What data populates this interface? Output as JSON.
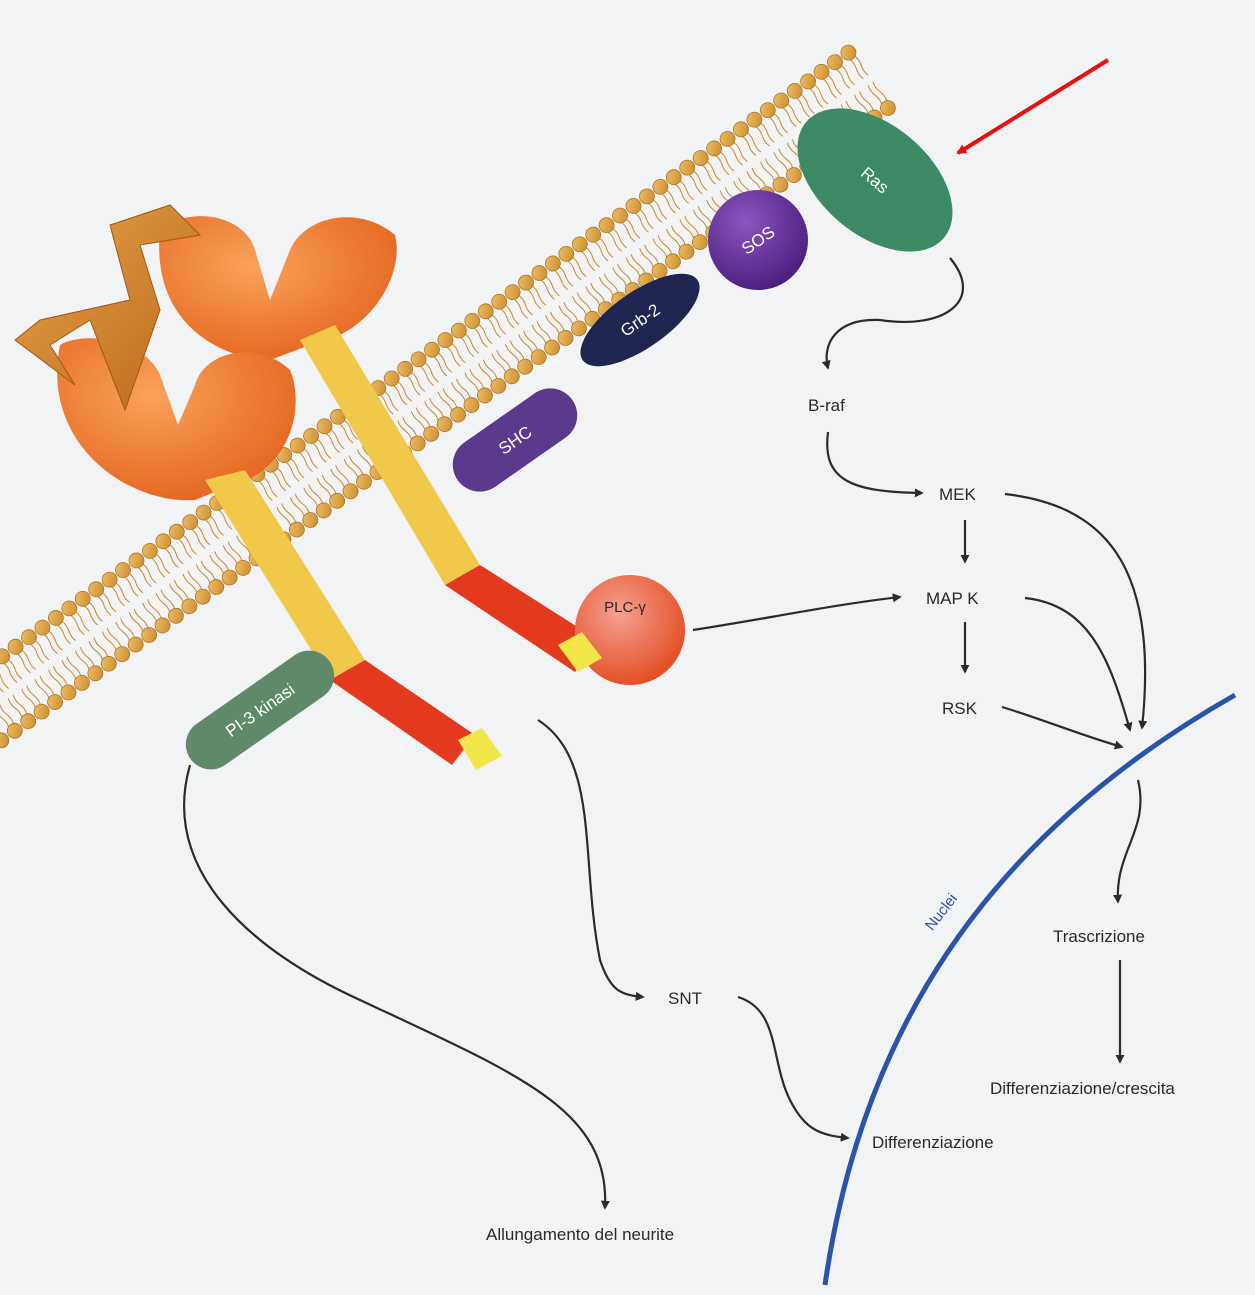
{
  "colors": {
    "background": "#f2f3f5",
    "lipid_head": "#d9a04a",
    "receptor": "#ef7a2e",
    "receptor_stalk": "#f2c84a",
    "receptor_kinase": "#e2391f",
    "ngf_ligand": "#d5892a",
    "ras": "#3f8a66",
    "sos": "#5a2a8c",
    "grb2": "#1f2450",
    "shc": "#5b3a8e",
    "plc_gamma": "#e8552c",
    "pi3_kinase": "#5e8a6a",
    "nucleus_membrane": "#2a54a8",
    "highlight_arrow": "#e61010",
    "pathway_arrow": "#2b2b2b"
  },
  "proteins": {
    "ras": "Ras",
    "sos": "SOS",
    "grb2": "Grb-2",
    "shc": "SHC",
    "plc_gamma": "PLC-γ",
    "pi3_kinase": "PI-3 kinasi"
  },
  "pathway": {
    "braf": "B-raf",
    "mek": "MEK",
    "mapk": "MAP K",
    "rsk": "RSK",
    "snt": "SNT",
    "nuclei": "Nuclei",
    "trascrizione": "Trascrizione",
    "differenziazione_crescita": "Differenziazione/crescita",
    "differenziazione": "Differenziazione",
    "allungamento": "Allungamento del neurite"
  }
}
